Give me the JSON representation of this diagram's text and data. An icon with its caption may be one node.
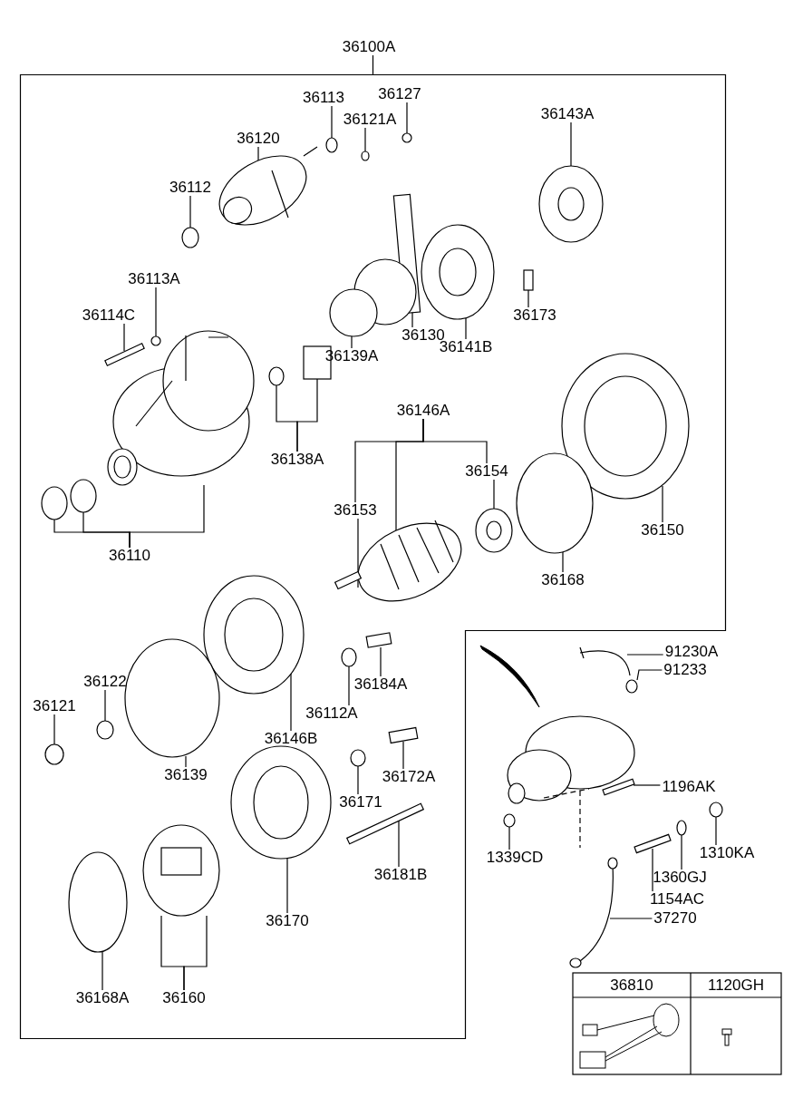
{
  "diagram": {
    "nodes": [
      {
        "text": [
          "36100A"
        ]
      },
      {
        "text": [],
        "shape": "box"
      },
      {
        "text": [
          "36113"
        ],
        "in": 1
      },
      {
        "text": [
          "36127"
        ],
        "in": 1
      },
      {
        "text": [
          "36121A"
        ],
        "in": 1
      },
      {
        "text": [
          "36120"
        ],
        "in": 1
      },
      {
        "text": [
          "36143A"
        ],
        "in": 1
      },
      {
        "text": [
          "36112"
        ],
        "in": 1
      },
      {
        "text": [
          "36113A"
        ],
        "in": 1
      },
      {
        "text": [
          "36114C"
        ],
        "in": 1
      },
      {
        "text": [
          "36173"
        ],
        "in": 1
      },
      {
        "text": [
          "36141B"
        ],
        "in": 1
      },
      {
        "text": [
          "36130"
        ],
        "in": 1
      },
      {
        "text": [
          "36139A"
        ],
        "in": 1
      },
      {
        "text": [
          "36138A"
        ],
        "in": 1
      },
      {
        "text": [
          "36146A"
        ],
        "in": 1
      },
      {
        "text": [
          "36154"
        ],
        "in": 1
      },
      {
        "text": [
          "36153"
        ],
        "in": 1
      },
      {
        "text": [
          "36150"
        ],
        "in": 1
      },
      {
        "text": [
          "36168"
        ],
        "in": 1
      },
      {
        "text": [
          "36110"
        ],
        "in": 1
      },
      {
        "text": [
          "36184A"
        ],
        "in": 1
      },
      {
        "text": [
          "36112A"
        ],
        "in": 1
      },
      {
        "text": [
          "36122"
        ],
        "in": 1
      },
      {
        "text": [
          "36121"
        ],
        "in": 1
      },
      {
        "text": [
          "36146B"
        ],
        "in": 1
      },
      {
        "text": [
          "36139"
        ],
        "in": 1
      },
      {
        "text": [
          "36172A"
        ],
        "in": 1
      },
      {
        "text": [
          "36171"
        ],
        "in": 1
      },
      {
        "text": [
          "36181B"
        ],
        "in": 1
      },
      {
        "text": [
          "36170"
        ],
        "in": 1
      },
      {
        "text": [
          "36168A"
        ],
        "in": 1
      },
      {
        "text": [
          "36160"
        ],
        "in": 1
      },
      {
        "text": [
          "91230A"
        ]
      },
      {
        "text": [
          "91233"
        ]
      },
      {
        "text": [
          "1196AK"
        ]
      },
      {
        "text": [
          "1339CD"
        ]
      },
      {
        "text": [
          "1310KA"
        ]
      },
      {
        "text": [
          "1360GJ"
        ]
      },
      {
        "text": [
          "1154AC"
        ]
      },
      {
        "text": [
          "37270"
        ]
      },
      {
        "text": [],
        "shape": "circle",
        "in": 1
      },
      {
        "text": [],
        "shape": "circle",
        "in": 1
      },
      {
        "text": [],
        "shape": "circle",
        "in": 1
      },
      {
        "text": [],
        "shape": "picture",
        "in": 1
      },
      {
        "text": [],
        "shape": "picture",
        "in": 1
      },
      {
        "text": [],
        "shape": "circle",
        "in": 1
      },
      {
        "text": [],
        "shape": "circle",
        "in": 1
      },
      {
        "text": [],
        "shape": "box",
        "in": 1
      },
      {
        "text": [],
        "shape": "box",
        "in": 1
      },
      {
        "text": [],
        "shape": "picture",
        "in": 1
      },
      {
        "text": [],
        "shape": "box",
        "in": 1
      },
      {
        "text": [],
        "shape": "picture",
        "in": 1
      },
      {
        "text": [],
        "shape": "circle",
        "in": 1
      },
      {
        "text": [],
        "shape": "box",
        "in": 1
      },
      {
        "text": [],
        "shape": "picture",
        "in": 1
      },
      {
        "text": [],
        "shape": "picture",
        "in": 1
      },
      {
        "text": [],
        "shape": "picture",
        "in": 1
      },
      {
        "text": [],
        "shape": "circle",
        "in": 1
      },
      {
        "text": [],
        "shape": "circle",
        "in": 1
      },
      {
        "text": [],
        "shape": "circle",
        "in": 1
      },
      {
        "text": [],
        "shape": "picture",
        "in": 1
      },
      {
        "text": [],
        "shape": "box",
        "in": 1
      },
      {
        "text": [],
        "shape": "circle",
        "in": 1
      },
      {
        "text": [],
        "shape": "circle",
        "in": 1
      },
      {
        "text": [],
        "shape": "circle",
        "in": 1
      },
      {
        "text": [],
        "shape": "picture",
        "in": 1
      },
      {
        "text": [],
        "shape": "circle",
        "in": 1
      },
      {
        "text": [],
        "shape": "box",
        "in": 1
      },
      {
        "text": [],
        "shape": "circle",
        "in": 1
      },
      {
        "text": [],
        "shape": "box",
        "in": 1
      },
      {
        "text": [],
        "shape": "picture",
        "in": 1
      },
      {
        "text": [],
        "shape": "circle",
        "in": 1
      },
      {
        "text": [],
        "shape": "picture",
        "in": 1
      },
      {
        "text": [],
        "shape": "picture"
      },
      {
        "text": [],
        "shape": "circle"
      },
      {
        "text": [],
        "shape": "box"
      },
      {
        "text": [],
        "shape": "circle"
      },
      {
        "text": [],
        "shape": "circle"
      },
      {
        "text": [],
        "shape": "circle"
      },
      {
        "text": [],
        "shape": "box"
      },
      {
        "text": [],
        "shape": "picture"
      }
    ],
    "edges": [
      {
        "from": 0,
        "to": 1,
        "arrow": "none"
      },
      {
        "from": 2,
        "to": 41,
        "arrow": "none"
      },
      {
        "from": 3,
        "to": 42,
        "arrow": "none"
      },
      {
        "from": 4,
        "to": 43,
        "arrow": "none"
      },
      {
        "from": 5,
        "to": 44,
        "arrow": "none"
      },
      {
        "from": 6,
        "to": 45,
        "arrow": "none"
      },
      {
        "from": 7,
        "to": 46,
        "arrow": "none"
      },
      {
        "from": 8,
        "to": 47,
        "arrow": "none"
      },
      {
        "from": 9,
        "to": 48,
        "arrow": "none"
      },
      {
        "from": 10,
        "to": 49,
        "arrow": "none"
      },
      {
        "from": 11,
        "to": 50,
        "arrow": "none"
      },
      {
        "from": 12,
        "to": 51,
        "arrow": "none"
      },
      {
        "from": 13,
        "to": 52,
        "arrow": "none"
      },
      {
        "from": 14,
        "to": 53,
        "arrow": "none"
      },
      {
        "from": 14,
        "to": 54,
        "arrow": "none"
      },
      {
        "from": 15,
        "to": 17,
        "arrow": "none"
      },
      {
        "from": 15,
        "to": 55,
        "arrow": "none"
      },
      {
        "from": 15,
        "to": 16,
        "arrow": "none"
      },
      {
        "from": 16,
        "to": 56,
        "arrow": "none"
      },
      {
        "from": 17,
        "to": 55,
        "arrow": "none"
      },
      {
        "from": 18,
        "to": 57,
        "arrow": "none"
      },
      {
        "from": 19,
        "to": 58,
        "arrow": "none"
      },
      {
        "from": 20,
        "to": 59,
        "arrow": "none"
      },
      {
        "from": 20,
        "to": 60,
        "arrow": "none"
      },
      {
        "from": 20,
        "to": 61,
        "arrow": "none"
      },
      {
        "from": 21,
        "to": 62,
        "arrow": "none"
      },
      {
        "from": 22,
        "to": 63,
        "arrow": "none"
      },
      {
        "from": 23,
        "to": 64,
        "arrow": "none"
      },
      {
        "from": 24,
        "to": 65,
        "arrow": "none"
      },
      {
        "from": 25,
        "to": 66,
        "arrow": "none"
      },
      {
        "from": 26,
        "to": 67,
        "arrow": "none"
      },
      {
        "from": 27,
        "to": 68,
        "arrow": "none"
      },
      {
        "from": 28,
        "to": 69,
        "arrow": "none"
      },
      {
        "from": 29,
        "to": 70,
        "arrow": "none"
      },
      {
        "from": 30,
        "to": 71,
        "arrow": "none"
      },
      {
        "from": 31,
        "to": 72,
        "arrow": "none"
      },
      {
        "from": 32,
        "to": 73,
        "arrow": "none"
      },
      {
        "from": 32,
        "to": 73,
        "arrow": "none"
      },
      {
        "from": 33,
        "to": 74,
        "arrow": "none"
      },
      {
        "from": 34,
        "to": 75,
        "arrow": "none"
      },
      {
        "from": 35,
        "to": 76,
        "arrow": "none"
      },
      {
        "from": 36,
        "to": 77,
        "arrow": "none"
      },
      {
        "from": 37,
        "to": 78,
        "arrow": "none"
      },
      {
        "from": 38,
        "to": 79,
        "arrow": "none"
      },
      {
        "from": 39,
        "to": 80,
        "arrow": "none"
      },
      {
        "from": 40,
        "to": 81,
        "arrow": "none"
      }
    ],
    "labels": [
      "36810",
      "1120GH"
    ]
  }
}
